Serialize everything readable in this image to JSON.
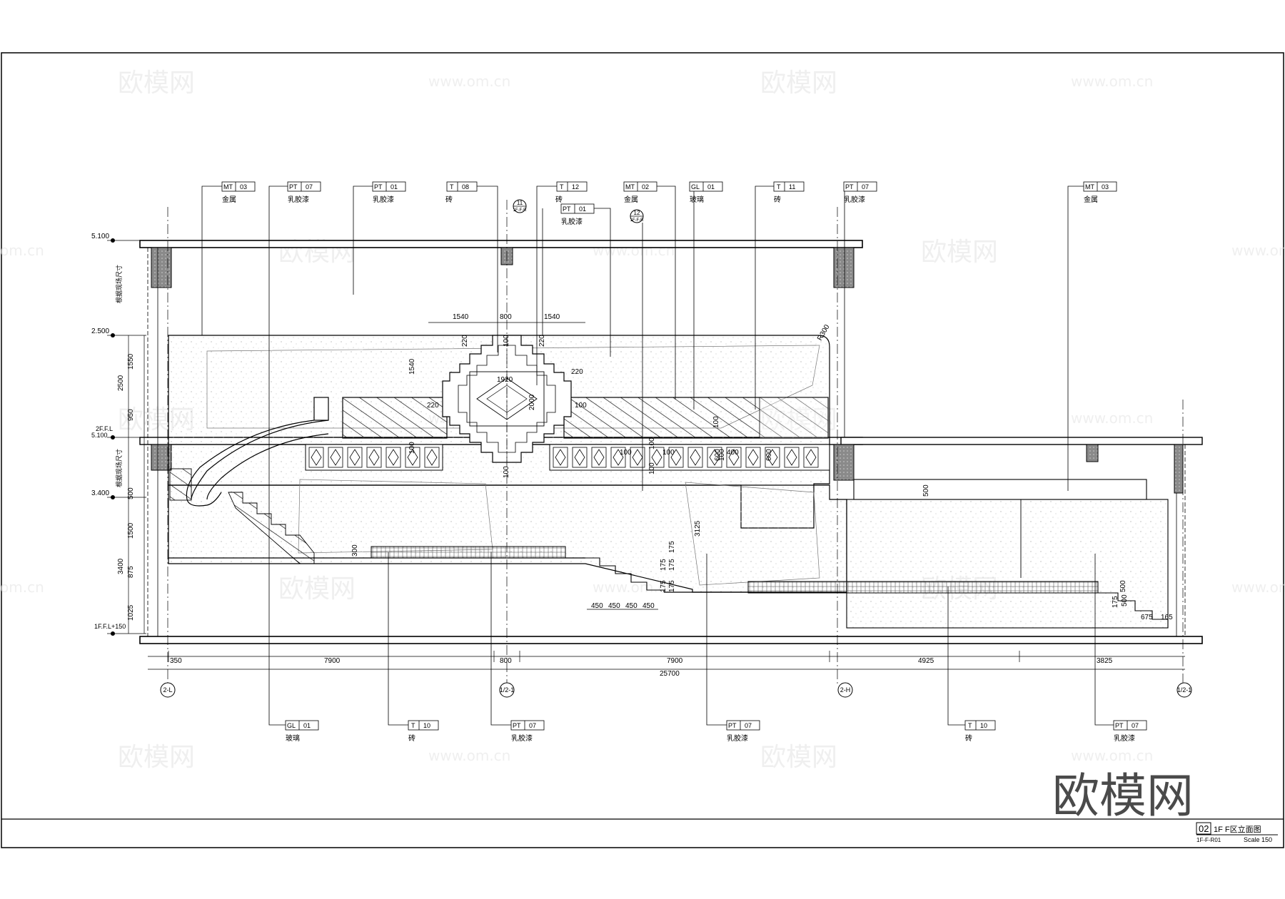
{
  "watermarks": {
    "logo_text": "欧模网",
    "url_text": "www.om.cn",
    "url_fragment": "om.cn",
    "big_logo_text": "欧模网"
  },
  "title_block": {
    "drawing_no": "02",
    "title": "1F F区立面图",
    "sheet_code": "1F-F-R01",
    "scale": "Scale 150"
  },
  "levels": [
    {
      "label": "5.100"
    },
    {
      "label": "2.500"
    },
    {
      "label": "2F.F.L"
    },
    {
      "label": "5.100"
    },
    {
      "label": "3.400"
    },
    {
      "label": "1F.F.L+150"
    }
  ],
  "side_notes": [
    "根据现场尺寸",
    "根据现场尺寸"
  ],
  "section_marks": [
    {
      "num": "11",
      "ref": "1F-F-R"
    },
    {
      "num": "12",
      "ref": "1F-F-R"
    }
  ],
  "axes": [
    {
      "label": "2-L"
    },
    {
      "label": "1/2-1"
    },
    {
      "label": "2-H"
    },
    {
      "label": "1/2-1"
    }
  ],
  "callouts_top": [
    {
      "code": "MT",
      "num": "03",
      "desc": "金属"
    },
    {
      "code": "PT",
      "num": "07",
      "desc": "乳胶漆"
    },
    {
      "code": "PT",
      "num": "01",
      "desc": "乳胶漆"
    },
    {
      "code": "T",
      "num": "08",
      "desc": "砖"
    },
    {
      "code": "T",
      "num": "12",
      "desc": "砖"
    },
    {
      "code": "PT",
      "num": "01",
      "desc": "乳胶漆"
    },
    {
      "code": "MT",
      "num": "02",
      "desc": "金属"
    },
    {
      "code": "GL",
      "num": "01",
      "desc": "玻璃"
    },
    {
      "code": "T",
      "num": "11",
      "desc": "砖"
    },
    {
      "code": "PT",
      "num": "07",
      "desc": "乳胶漆"
    },
    {
      "code": "MT",
      "num": "03",
      "desc": "金属"
    }
  ],
  "callouts_bottom": [
    {
      "code": "GL",
      "num": "01",
      "desc": "玻璃"
    },
    {
      "code": "T",
      "num": "10",
      "desc": "砖"
    },
    {
      "code": "PT",
      "num": "07",
      "desc": "乳胶漆"
    },
    {
      "code": "PT",
      "num": "07",
      "desc": "乳胶漆"
    },
    {
      "code": "T",
      "num": "10",
      "desc": "砖"
    },
    {
      "code": "PT",
      "num": "07",
      "desc": "乳胶漆"
    }
  ],
  "dims_bottom": [
    "350",
    "7900",
    "800",
    "7900",
    "4925",
    "3825",
    "25700"
  ],
  "dims_left": [
    "1550",
    "2500",
    "950",
    "500",
    "1500",
    "3400",
    "875",
    "1025"
  ],
  "dims_feature": [
    "1540",
    "800",
    "1540",
    "220",
    "220",
    "220",
    "1920",
    "1540",
    "2000",
    "220",
    "100",
    "100",
    "100",
    "100"
  ],
  "dims_misc": [
    "R300",
    "300",
    "500",
    "3125",
    "100",
    "400",
    "600",
    "100",
    "100",
    "100",
    "600",
    "100",
    "100",
    "175",
    "175",
    "175",
    "175",
    "175",
    "450",
    "450",
    "450",
    "450",
    "500",
    "175",
    "675",
    "165",
    "500"
  ]
}
